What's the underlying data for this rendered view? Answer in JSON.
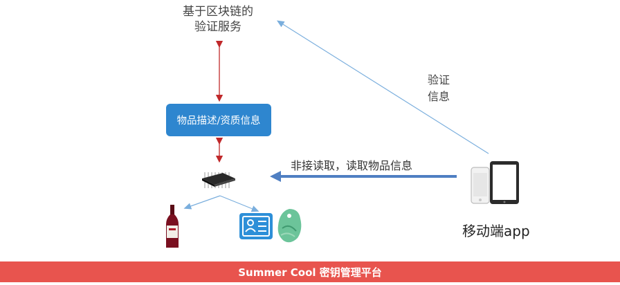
{
  "service": {
    "line1": "基于区块链的",
    "line2": "验证服务"
  },
  "desc_box": {
    "label": "物品描述/资质信息"
  },
  "verify": {
    "line1": "验证",
    "line2": "信息"
  },
  "read": {
    "label": "非接读取，读取物品信息"
  },
  "mobile": {
    "label": "移动端app"
  },
  "footer": {
    "title": "Summer Cool 密钥管理平台"
  },
  "colors": {
    "box": "#2e86cf",
    "footer": "#e8544e",
    "red_arrow": "#c0282a",
    "blue_arrow": "#7aaedd",
    "read_arrow": "#4f7fc2",
    "wine": "#7a1020",
    "jade": "#6cc49a",
    "id_card": "#2d8fd8"
  },
  "icons": [
    "chip-icon",
    "wine-bottle-icon",
    "id-card-icon",
    "jade-pendant-icon",
    "phone-icon",
    "tablet-icon"
  ]
}
